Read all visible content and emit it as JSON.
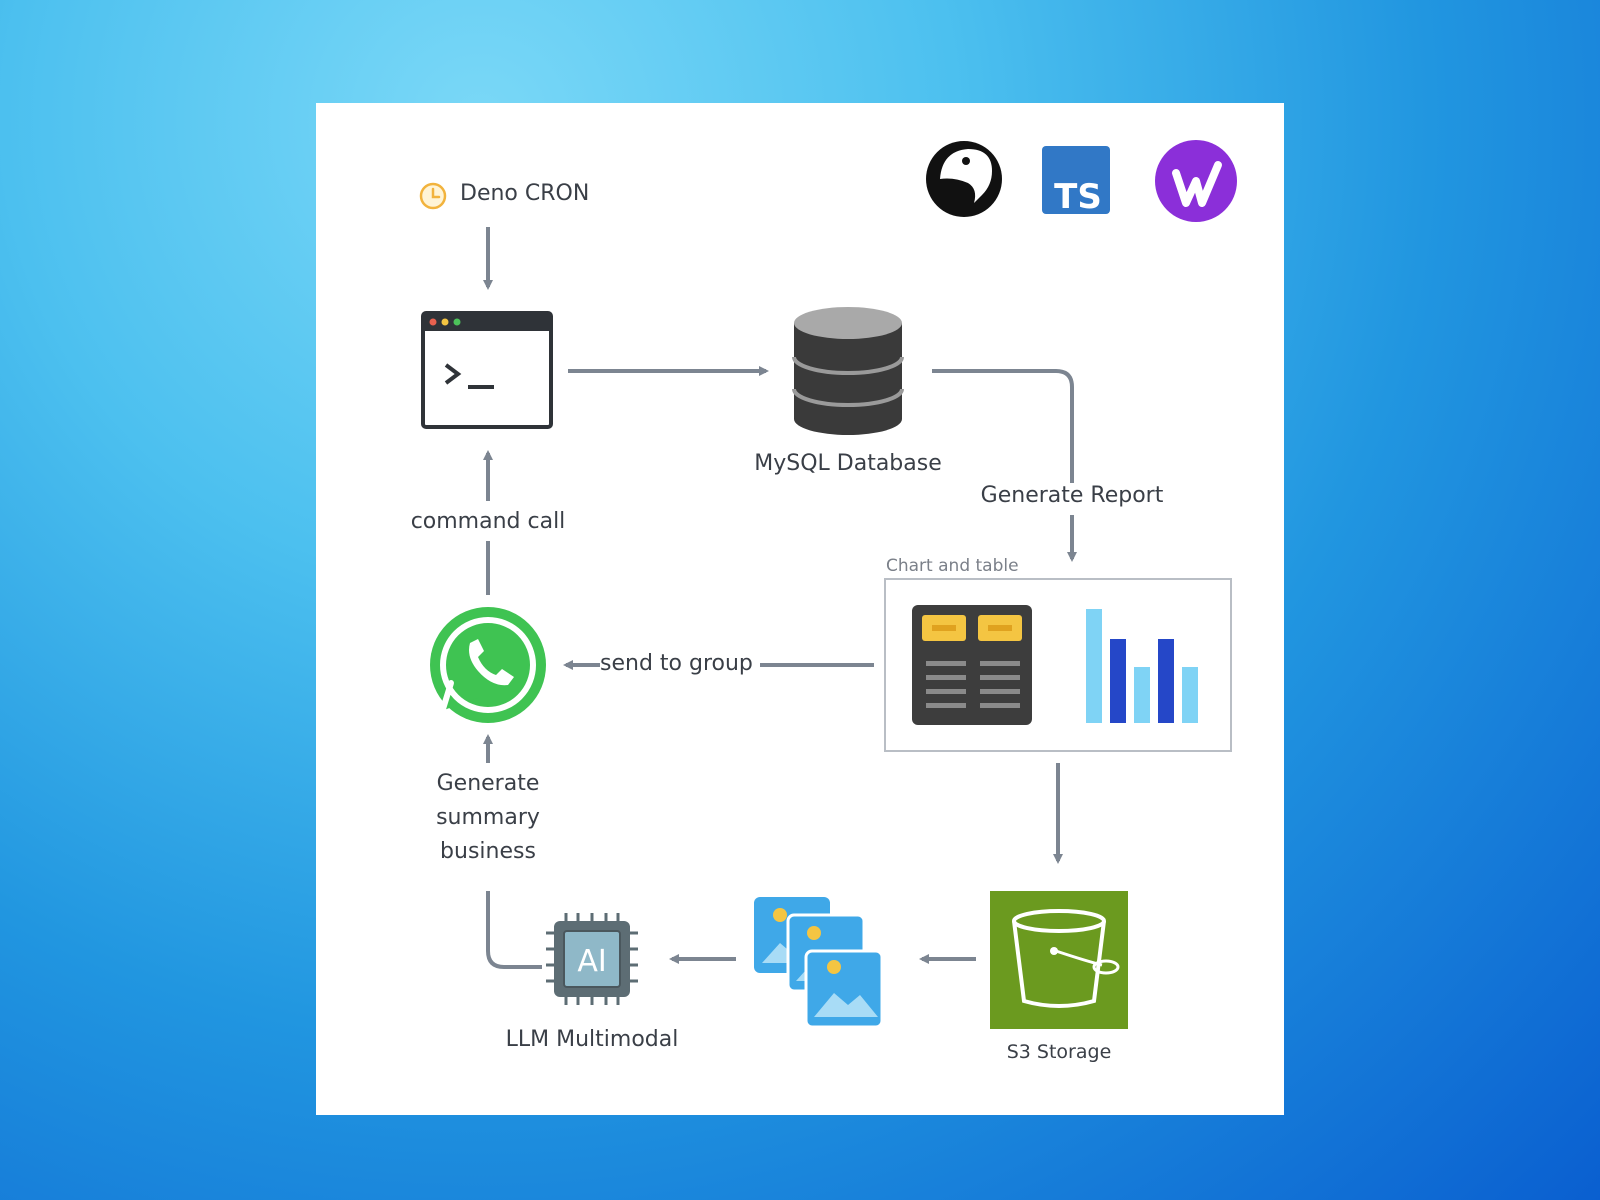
{
  "labels": {
    "deno_cron": "Deno CRON",
    "mysql": "MySQL Database",
    "generate_report": "Generate Report",
    "chart_and_table": "Chart and table",
    "command_call": "command call",
    "send_to_group": "send to group",
    "generate_summary": [
      "Generate",
      "summary",
      "business"
    ],
    "s3_storage": "S3 Storage",
    "llm_multimodal": "LLM Multimodal",
    "ts_logo": "TS",
    "ai_chip": "AI"
  },
  "colors": {
    "arrow": "#7c8591",
    "whatsapp": "#3fc352",
    "s3": "#6b9a1f",
    "ts": "#3178c6",
    "purple_logo": "#8a2be2",
    "bar_dark": "#2547c8",
    "bar_light": "#7fd3f5",
    "table_yellow": "#f4c542",
    "table_dark": "#3d3d3d"
  },
  "icons": [
    "clock-icon",
    "deno-logo-icon",
    "typescript-logo-icon",
    "purple-w-logo-icon",
    "terminal-icon",
    "database-icon",
    "whatsapp-icon",
    "table-icon",
    "bar-chart-icon",
    "s3-bucket-icon",
    "images-icon",
    "ai-chip-icon"
  ]
}
